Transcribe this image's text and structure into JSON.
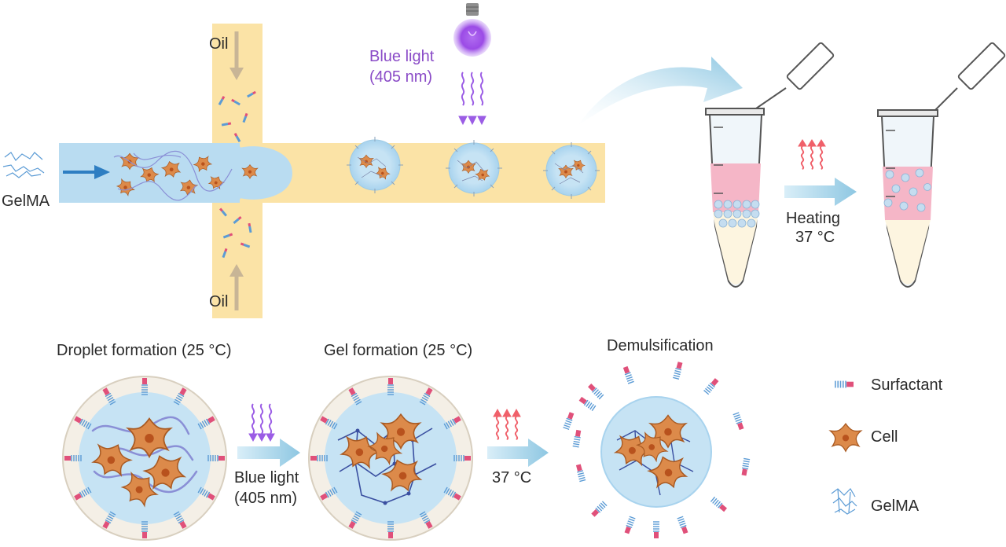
{
  "labels": {
    "oil_top": "Oil",
    "oil_bottom": "Oil",
    "gelma_input": "GelMA",
    "blue_light_top_line1": "Blue light",
    "blue_light_top_line2": "(405 nm)",
    "heating_line1": "Heating",
    "heating_line2": "37 °C",
    "droplet_formation": "Droplet formation (25 °C)",
    "gel_formation": "Gel formation (25 °C)",
    "demulsification": "Demulsification",
    "blue_light_bottom_line1": "Blue light",
    "blue_light_bottom_line2": "(405 nm)",
    "temp_bottom": "37 °C"
  },
  "legend": {
    "surfactant": "Surfactant",
    "cell": "Cell",
    "gelma": "GelMA"
  },
  "colors": {
    "oil": "#fbe3a6",
    "aqueous": "#b9dcf1",
    "light": "#9b5de5",
    "heat": "#f0606a",
    "cell": "#d97a3c",
    "arrow": "#8ec7e2"
  }
}
